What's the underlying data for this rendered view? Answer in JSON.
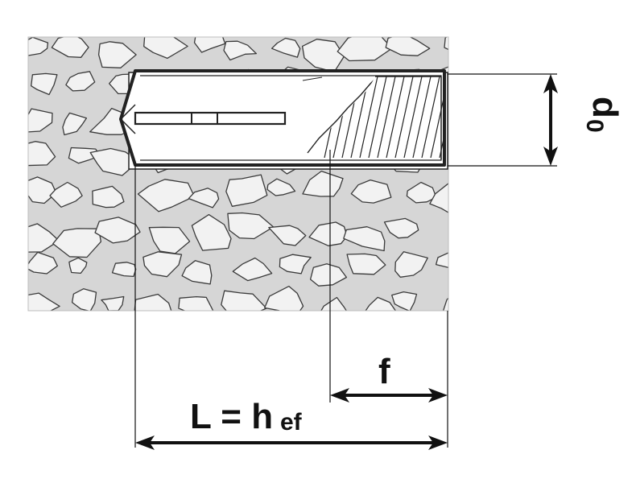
{
  "diagram": {
    "labels": {
      "length_main": "L = h",
      "length_sub": "ef",
      "thread_length": "f",
      "diameter_main": "d",
      "diameter_sub": "0"
    },
    "colors": {
      "concrete": "#d6d6d6",
      "aggregate": "#f2f2f2",
      "outline": "#222222",
      "anchor_fill": "#ffffff",
      "dimension": "#111111"
    }
  }
}
